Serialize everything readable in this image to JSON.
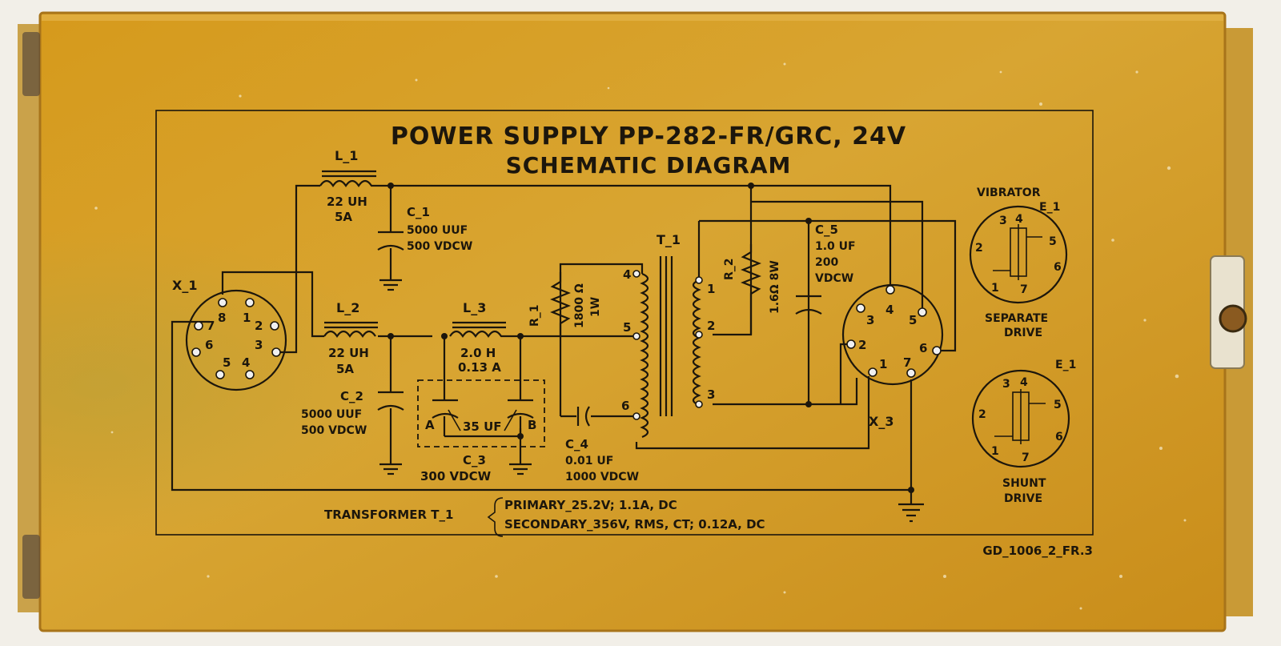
{
  "title_line1": "POWER SUPPLY PP-282-FR/GRC, 24V",
  "title_line2": "SCHEMATIC DIAGRAM",
  "colors": {
    "panel": "#d39a22",
    "ink": "#1c160c"
  },
  "components": {
    "l1": {
      "ref": "L_1",
      "value": "22 UH",
      "rating": "5A"
    },
    "l2": {
      "ref": "L_2",
      "value": "22 UH",
      "rating": "5A"
    },
    "l3": {
      "ref": "L_3",
      "value": "2.0 H",
      "rating": "0.13 A"
    },
    "c1": {
      "ref": "C_1",
      "value": "5000 UUF",
      "rating": "500 VDCW"
    },
    "c2": {
      "ref": "C_2",
      "value": "5000 UUF",
      "rating": "500 VDCW"
    },
    "c3": {
      "ref": "C_3",
      "value": "35 UF",
      "rating": "300 VDCW",
      "section_a": "A",
      "section_b": "B"
    },
    "c4": {
      "ref": "C_4",
      "value": "0.01 UF",
      "rating": "1000 VDCW"
    },
    "c5": {
      "ref": "C_5",
      "value": "1.0 UF",
      "rating1": "200",
      "rating2": "VDCW"
    },
    "r1": {
      "ref": "R_1",
      "value": "1800 Ω",
      "rating": "1W"
    },
    "r2": {
      "ref": "R_2",
      "value": "1.6Ω 8W"
    },
    "t1": {
      "ref": "T_1",
      "pins": [
        "4",
        "5",
        "6",
        "1",
        "2",
        "3"
      ]
    },
    "x1": {
      "ref": "X_1",
      "pins": [
        "8",
        "1",
        "7",
        "2",
        "6",
        "3",
        "5",
        "4"
      ]
    },
    "x3": {
      "ref": "X_3",
      "pins": [
        "3",
        "4",
        "5",
        "2",
        "6",
        "1",
        "7"
      ]
    }
  },
  "vibrator": {
    "top_label": "VIBRATOR",
    "ref": "E_1",
    "separate": {
      "label1": "SEPARATE",
      "label2": "DRIVE",
      "pins": [
        "3",
        "4",
        "5",
        "2",
        "6",
        "1",
        "7"
      ]
    },
    "shunt": {
      "ref": "E_1",
      "label1": "SHUNT",
      "label2": "DRIVE",
      "pins": [
        "3",
        "4",
        "5",
        "2",
        "6",
        "1",
        "7"
      ]
    }
  },
  "transformer_note": {
    "label": "TRANSFORMER T_1",
    "primary": "PRIMARY_25.2V; 1.1A, DC",
    "secondary": "SECONDARY_356V, RMS, CT; 0.12A, DC"
  },
  "drawing_number": "GD_1006_2_FR.3"
}
